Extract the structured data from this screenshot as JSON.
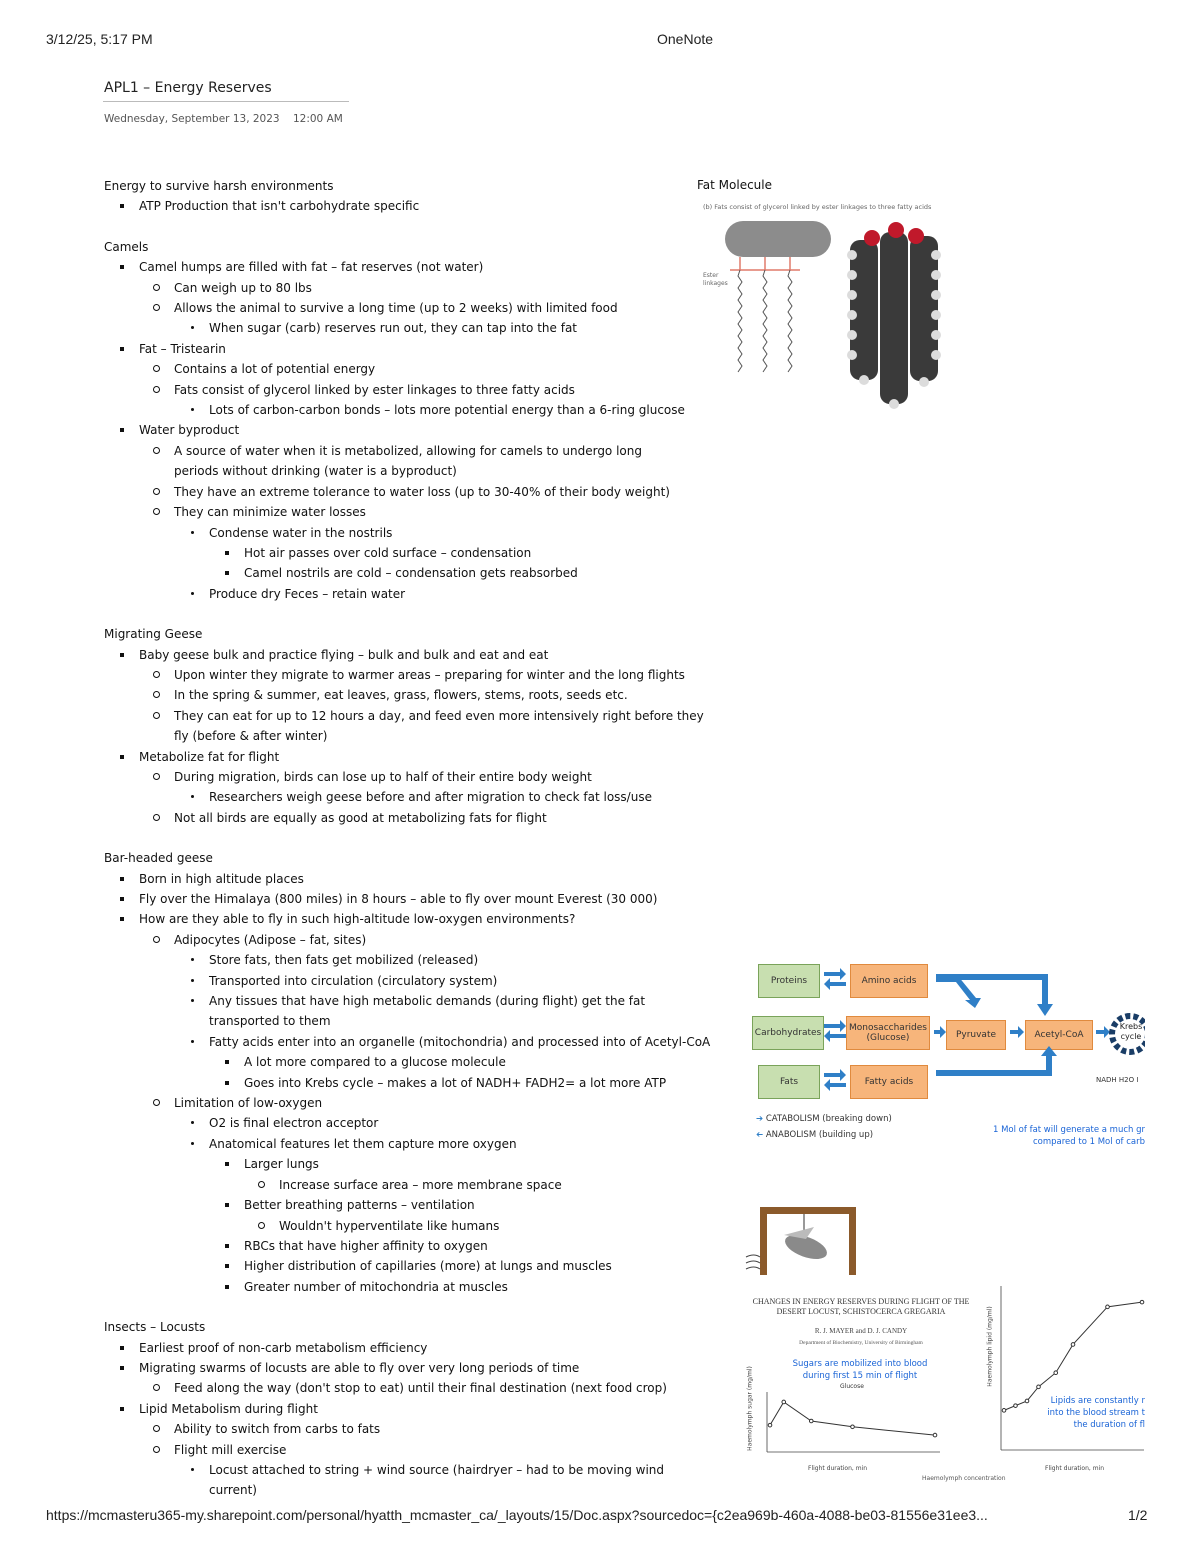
{
  "print_header": {
    "datetime": "3/12/25, 5:17 PM",
    "app": "OneNote"
  },
  "page": {
    "title": "APL1 – Energy Reserves",
    "date": "Wednesday, September 13, 2023",
    "time": "12:00 AM"
  },
  "outline": {
    "s1": {
      "heading": "Energy to survive harsh environments",
      "items": [
        "ATP Production that isn't carbohydrate specific"
      ]
    },
    "s2": {
      "heading": "Camels",
      "a": "Camel humps are filled with fat – fat reserves (not water)",
      "a1": "Can weigh up to 80 lbs",
      "a2": "Allows the animal to survive a long time (up to 2 weeks) with limited food",
      "a2i": "When sugar (carb) reserves run out, they can tap into the fat",
      "b": "Fat – Tristearin",
      "b1": "Contains a lot of potential energy",
      "b2": "Fats consist of glycerol linked by ester linkages to three fatty acids",
      "b2i": "Lots of carbon-carbon bonds – lots more potential energy than a 6-ring glucose",
      "c": "Water byproduct",
      "c1": "A source of water when it is metabolized, allowing for camels to undergo long periods without drinking (water is a byproduct)",
      "c2": "They have an extreme tolerance to water loss (up to 30-40% of their body weight)",
      "c3": "They can minimize water losses",
      "c3i": "Condense water in the nostrils",
      "c3ia": "Hot air passes over cold surface – condensation",
      "c3ib": "Camel nostrils are cold – condensation gets reabsorbed",
      "c3ii": "Produce dry Feces – retain water"
    },
    "s3": {
      "heading": "Migrating Geese",
      "a": "Baby geese bulk and practice flying – bulk and bulk and eat and eat",
      "a1": "Upon winter they migrate to warmer areas – preparing for winter and the long flights",
      "a2": "In the spring & summer, eat leaves, grass, flowers, stems, roots, seeds etc.",
      "a3": "They can eat for up to 12 hours a day, and feed even more intensively right before they fly (before & after winter)",
      "b": "Metabolize fat for flight",
      "b1": "During migration, birds can lose up to half of their entire body weight",
      "b1i": "Researchers weigh geese before and after migration to check fat loss/use",
      "b2": "Not all birds are equally as good at metabolizing fats for flight"
    },
    "s4": {
      "heading": "Bar-headed geese",
      "a": "Born in high altitude places",
      "b": "Fly over the Himalaya (800 miles) in 8 hours – able to fly over mount Everest (30 000)",
      "c": "How are they able to fly in such high-altitude low-oxygen environments?",
      "c1": "Adipocytes (Adipose – fat, sites)",
      "c1i": "Store fats, then fats get mobilized (released)",
      "c1ii": "Transported into circulation (circulatory system)",
      "c1iii": "Any tissues that have high metabolic demands (during flight) get the fat transported to them",
      "c1iv": "Fatty acids enter into an organelle (mitochondria) and processed into of Acetyl-CoA",
      "c1iva": "A lot more compared to a glucose molecule",
      "c1ivb": "Goes into Krebs cycle – makes a lot of NADH+ FADH2= a lot more ATP",
      "c2": "Limitation of low-oxygen",
      "c2i": "O2 is final electron acceptor",
      "c2ii": "Anatomical features let them capture more oxygen",
      "c2iia": "Larger lungs",
      "c2iia1": "Increase surface area – more membrane space",
      "c2iib": "Better breathing patterns – ventilation",
      "c2iib1": "Wouldn't hyperventilate like humans",
      "c2iic": "RBCs that have higher affinity to oxygen",
      "c2iid": "Higher distribution of capillaries (more) at lungs and muscles",
      "c2iie": "Greater number of mitochondria at muscles"
    },
    "s5": {
      "heading": "Insects – Locusts",
      "a": "Earliest proof of non-carb metabolism efficiency",
      "b": "Migrating swarms of locusts are able to fly over very long periods of time",
      "b1": "Feed along the way (don't stop to eat) until their final destination (next food crop)",
      "c": "Lipid Metabolism during flight",
      "c1": "Ability to switch from carbs to fats",
      "c2": "Flight mill exercise",
      "c2i": "Locust attached to string + wind source (hairdryer – had to be moving wind current)"
    }
  },
  "fig_fat": {
    "label": "Fat Molecule",
    "caption": "(b) Fats consist of glycerol linked by ester linkages to three fatty acids",
    "ester_label": "Ester linkages"
  },
  "fig_pathway": {
    "proteins": "Proteins",
    "amino": "Amino acids",
    "carbs": "Carbohydrates",
    "mono": "Monosaccharides (Glucose)",
    "pyruvate": "Pyruvate",
    "acetyl": "Acetyl-CoA",
    "fats": "Fats",
    "fatty": "Fatty acids",
    "krebs": "Krebs cycle",
    "nadh": "NADH  H2O  I",
    "catabolism": "CATABOLISM (breaking down)",
    "anabolism": "ANABOLISM (building up)",
    "note": "1 Mol of fat will generate a much gr compared to 1 Mol of carb",
    "colors": {
      "arrow": "#2f7fc7",
      "note": "#1a64d6"
    }
  },
  "fig_paper": {
    "title": "CHANGES IN ENERGY RESERVES DURING FLIGHT OF THE DESERT LOCUST, SCHISTOCERCA GREGARIA",
    "authors": "R. J. MAYER and D. J. CANDY",
    "dept": "Department of Biochemistry, University of Birmingham",
    "note_sugar": "Sugars are mobilized into blood during first 15 min of flight",
    "glucose": "Glucose",
    "ylabel1": "Haemolymph sugar (mg/ml)",
    "xlabel1": "Flight duration,  min",
    "ylabel2": "Haemolymph lipid (mg/ml)",
    "xlabel2": "Flight duration,  min",
    "note_lipid": "Lipids are constantly r into the blood stream t the duration of fl",
    "bottom": "Haemolymph concentration"
  },
  "chart_data": [
    {
      "type": "line",
      "series": [
        {
          "values": [
            3,
            5.8,
            3.5,
            2.8,
            1.8
          ]
        }
      ],
      "x": [
        0,
        10,
        30,
        60,
        120
      ],
      "xlim": [
        0,
        120
      ]
    },
    {
      "type": "line",
      "series": [
        {
          "values": [
            8,
            9,
            10,
            13,
            16,
            22,
            30,
            31
          ]
        }
      ],
      "x": [
        0,
        10,
        20,
        30,
        45,
        60,
        90,
        120
      ],
      "xlim": [
        0,
        120
      ]
    }
  ],
  "print_footer": {
    "url": "https://mcmasteru365-my.sharepoint.com/personal/hyatth_mcmaster_ca/_layouts/15/Doc.aspx?sourcedoc={c2ea969b-460a-4088-be03-81556e31ee3...",
    "page": "1/2"
  }
}
